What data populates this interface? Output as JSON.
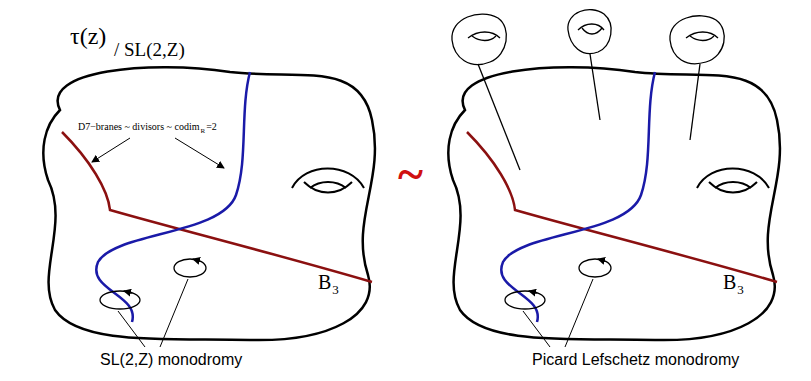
{
  "diagram": {
    "labels": [
      "τ(z)",
      "/ SL(2,Z)",
      "D7−branes ~ divisors ~ codim",
      "R",
      "=2",
      "B",
      "3",
      "SL(2,Z) monodromy",
      "~",
      "B",
      "3",
      "Picard Lefschetz monodromy"
    ]
  }
}
